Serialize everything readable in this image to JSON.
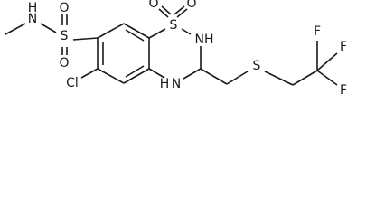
{
  "molecule": {
    "atoms": {
      "n_amide": "N",
      "h_amide": "H",
      "s_sulfonamide": "S",
      "o_s1_top": "O",
      "o_s1_bottom": "O",
      "s_ring": "S",
      "o_ring_left": "O",
      "o_ring_right": "O",
      "nh_upper": "NH",
      "nh_lower": "NH",
      "n_lower_label": "N",
      "h_lower_label": "H",
      "cl": "Cl",
      "s_thioether": "S",
      "f_left": "F",
      "f_right": "F",
      "f_bottom": "F"
    }
  }
}
